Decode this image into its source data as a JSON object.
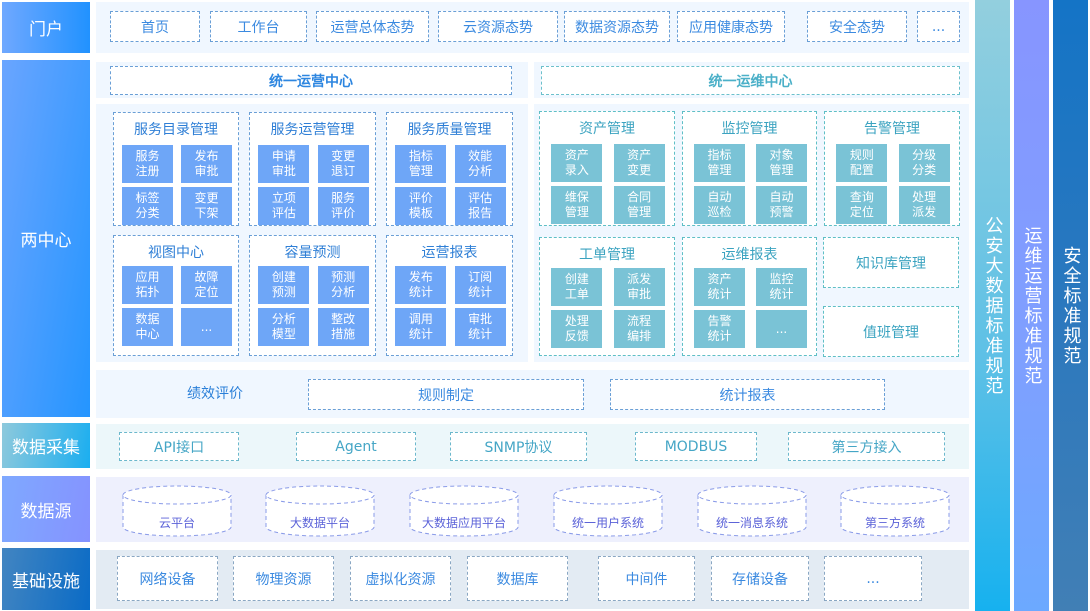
{
  "rows": {
    "portal": "门户",
    "centers": "两中心",
    "collection": "数据采集",
    "sources": "数据源",
    "infrastructure": "基础设施"
  },
  "portal_items": [
    "首页",
    "工作台",
    "运营总体态势",
    "云资源态势",
    "数据资源态势",
    "应用健康态势",
    "安全态势",
    "..."
  ],
  "ops_center": {
    "title": "统一运营中心",
    "groups": [
      {
        "title": "服务目录管理",
        "tiles": [
          "服务\n注册",
          "发布\n审批",
          "标签\n分类",
          "变更\n下架"
        ]
      },
      {
        "title": "服务运营管理",
        "tiles": [
          "申请\n审批",
          "变更\n退订",
          "立项\n评估",
          "服务\n评价"
        ]
      },
      {
        "title": "服务质量管理",
        "tiles": [
          "指标\n管理",
          "效能\n分析",
          "评价\n模板",
          "评估\n报告"
        ]
      },
      {
        "title": "视图中心",
        "tiles": [
          "应用\n拓扑",
          "故障\n定位",
          "数据\n中心",
          "..."
        ]
      },
      {
        "title": "容量预测",
        "tiles": [
          "创建\n预测",
          "预测\n分析",
          "分析\n模型",
          "整改\n措施"
        ]
      },
      {
        "title": "运营报表",
        "tiles": [
          "发布\n统计",
          "订阅\n统计",
          "调用\n统计",
          "审批\n统计"
        ]
      }
    ]
  },
  "maint_center": {
    "title": "统一运维中心",
    "groups": [
      {
        "title": "资产管理",
        "tiles": [
          "资产\n录入",
          "资产\n变更",
          "维保\n管理",
          "合同\n管理"
        ]
      },
      {
        "title": "监控管理",
        "tiles": [
          "指标\n管理",
          "对象\n管理",
          "自动\n巡检",
          "自动\n预警"
        ]
      },
      {
        "title": "告警管理",
        "tiles": [
          "规则\n配置",
          "分级\n分类",
          "查询\n定位",
          "处理\n派发"
        ]
      },
      {
        "title": "工单管理",
        "tiles": [
          "创建\n工单",
          "派发\n审批",
          "处理\n反馈",
          "流程\n编排"
        ]
      },
      {
        "title": "运维报表",
        "tiles": [
          "资产\n统计",
          "监控\n统计",
          "告警\n统计",
          "..."
        ]
      }
    ],
    "singles": [
      "知识库管理",
      "值班管理"
    ]
  },
  "performance": {
    "label": "绩效评价",
    "items": [
      "规则制定",
      "统计报表"
    ]
  },
  "collection_items": [
    "API接口",
    "Agent",
    "SNMP协议",
    "MODBUS",
    "第三方接入"
  ],
  "source_items": [
    "云平台",
    "大数据平台",
    "大数据应用平台",
    "统一用户系统",
    "统一消息系统",
    "第三方系统"
  ],
  "infra_items": [
    "网络设备",
    "物理资源",
    "虚拟化资源",
    "数据库",
    "中间件",
    "存储设备",
    "..."
  ],
  "standards": [
    "公安大数据标准规范",
    "运维运营标准规范",
    "安全标准规范"
  ],
  "colors": {
    "ops_tile": "#6ea6f7",
    "maint_tile": "#7ac3d6",
    "portal_label": "#2192ff",
    "collect_label": "#1aaef0",
    "source_label": "#8592ff",
    "infra_label": "#0a6bc6"
  }
}
